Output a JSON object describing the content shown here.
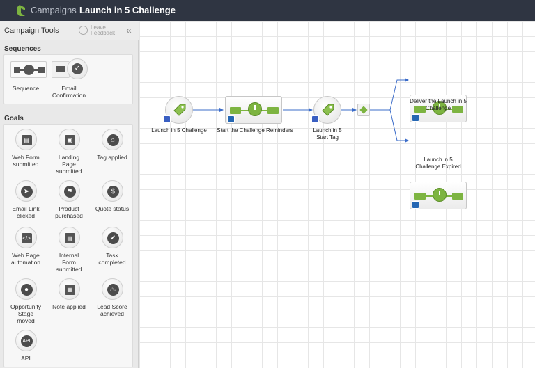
{
  "header": {
    "breadcrumb": "Campaigns",
    "separator": "›",
    "title": "Launch in 5 Challenge"
  },
  "sidebar": {
    "title": "Campaign Tools",
    "feedback": "Leave\nFeedback",
    "collapse_icon": "«",
    "sequences_title": "Sequences",
    "sequences": [
      {
        "label": "Sequence",
        "icon": "sequence-icon"
      },
      {
        "label": "Email\nConfirmation",
        "icon": "email-confirmation-icon"
      }
    ],
    "goals_title": "Goals",
    "goals": [
      {
        "label": "Web Form\nsubmitted",
        "icon": "web-form-icon",
        "glyph": "▤"
      },
      {
        "label": "Landing\nPage\nsubmitted",
        "icon": "landing-page-icon",
        "glyph": "▣"
      },
      {
        "label": "Tag applied",
        "icon": "tag-icon",
        "glyph": "⌂"
      },
      {
        "label": "Email Link\nclicked",
        "icon": "cursor-icon",
        "glyph": "➤"
      },
      {
        "label": "Product\npurchased",
        "icon": "cart-icon",
        "glyph": "⚑"
      },
      {
        "label": "Quote status",
        "icon": "dollar-icon",
        "glyph": "$"
      },
      {
        "label": "Web Page\nautomation",
        "icon": "code-icon",
        "glyph": "</>"
      },
      {
        "label": "Internal\nForm\nsubmitted",
        "icon": "internal-form-icon",
        "glyph": "▤"
      },
      {
        "label": "Task\ncompleted",
        "icon": "task-check-icon",
        "glyph": "✔"
      },
      {
        "label": "Opportunity\nStage\nmoved",
        "icon": "opportunity-icon",
        "glyph": "●"
      },
      {
        "label": "Note applied",
        "icon": "note-icon",
        "glyph": "▦"
      },
      {
        "label": "Lead Score\nachieved",
        "icon": "flame-icon",
        "glyph": "♨"
      },
      {
        "label": "API",
        "icon": "api-icon",
        "glyph": "API"
      }
    ]
  },
  "canvas": {
    "nodes": {
      "goal1": "Launch in 5 Challenge",
      "seq1": "Start the Challenge Reminders",
      "goal2": "Launch in 5\nStart Tag",
      "seq_upper": "Deliver the Launch in 5\nChallenge",
      "seq_lower": "Launch in 5\nChallenge Expired"
    }
  },
  "colors": {
    "topbar": "#2f3542",
    "accent_green": "#7db441",
    "link_blue": "#3b6cc9"
  }
}
